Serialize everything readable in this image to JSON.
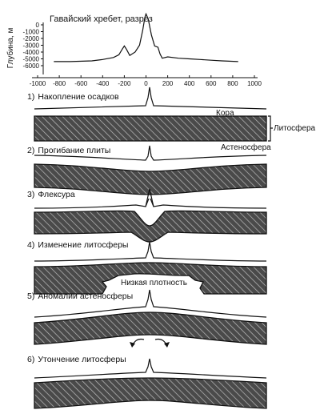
{
  "chart": {
    "title": "Гавайский хребет, разрез",
    "ylabel": "Глубина, м",
    "y_ticks": [
      "0",
      "-1000",
      "-2000",
      "-3000",
      "-4000",
      "-5000",
      "-6000"
    ],
    "x_ticks": [
      "-1000",
      "-800",
      "-600",
      "-400",
      "-200",
      "0",
      "200",
      "400",
      "600",
      "800",
      "1000"
    ]
  },
  "chart_data": {
    "type": "line",
    "title": "Гавайский хребет, разрез",
    "xlabel": "",
    "ylabel": "Глубина, м",
    "xlim": [
      -1000,
      1000
    ],
    "ylim": [
      -6000,
      0
    ],
    "series": [
      {
        "x": [
          -850,
          -700,
          -500,
          -400,
          -300,
          -250,
          -220,
          -200,
          -180,
          -150,
          -100,
          -60,
          -30,
          -10,
          0,
          20,
          50,
          80,
          110,
          130,
          150,
          200,
          300,
          400,
          500,
          600,
          700,
          850
        ],
        "y": [
          -5400,
          -5400,
          -5300,
          -5100,
          -4800,
          -4400,
          -3600,
          -3100,
          -3600,
          -4500,
          -4000,
          -3000,
          -800,
          1100,
          1600,
          900,
          -1500,
          -3100,
          -3300,
          -4300,
          -4900,
          -4700,
          -4900,
          -5000,
          -5100,
          -5200,
          -5300,
          -5400
        ]
      }
    ]
  },
  "panels": [
    {
      "label": "1)",
      "title": "Накопление осадков"
    },
    {
      "label": "2)",
      "title": "Прогибание плиты"
    },
    {
      "label": "3)",
      "title": "Флексура"
    },
    {
      "label": "4)",
      "title": "Изменение литосферы"
    },
    {
      "label": "5)",
      "title": "Аномалии астеносферы"
    },
    {
      "label": "6)",
      "title": "Утончение литосферы"
    }
  ],
  "annotations": {
    "crust": "Кора",
    "lithosphere": "Литосфера",
    "asthenosphere": "Астеносфера",
    "low_density": "Низкая плотность"
  }
}
